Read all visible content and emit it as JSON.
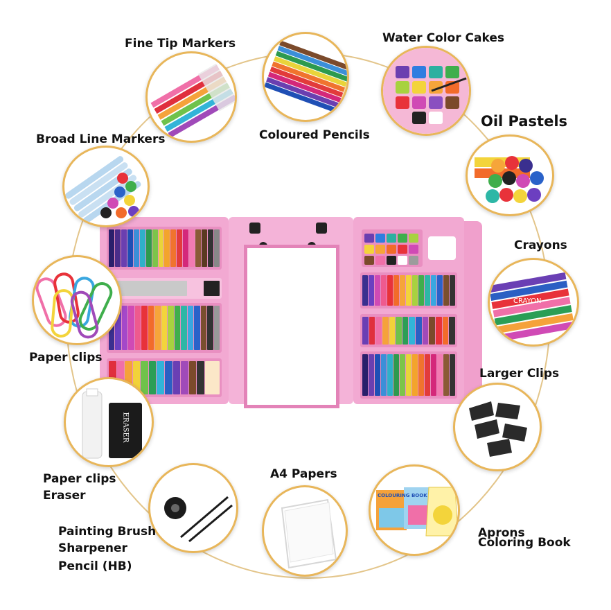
{
  "labels": {
    "fine_tip_markers": "Fine Tip Markers",
    "water_color_cakes": "Water Color Cakes",
    "broad_line_markers": "Broad Line Markers",
    "coloured_pencils": "Coloured Pencils",
    "oil_pastels": "Oil Pastels",
    "crayons": "Crayons",
    "paper_clips_1": "Paper clips",
    "larger_clips": "Larger Clips",
    "paper_clips_2": "Paper clips",
    "eraser": "Eraser",
    "a4_papers": "A4 Papers",
    "painting_brush": "Painting Brush",
    "sharpener": "Sharpener",
    "pencil_hb": "Pencil (HB)",
    "aprons": "Aprons",
    "coloring_book": "Coloring Book"
  },
  "product_text": {
    "eraser_print": "ERASER",
    "crayon_print": "CRAYON",
    "book_print": "COLOURING BOOK"
  },
  "colors": {
    "case_pink": "#f2a9d2",
    "bubble_border": "#e8b65a",
    "ring": "#e3c58a"
  }
}
